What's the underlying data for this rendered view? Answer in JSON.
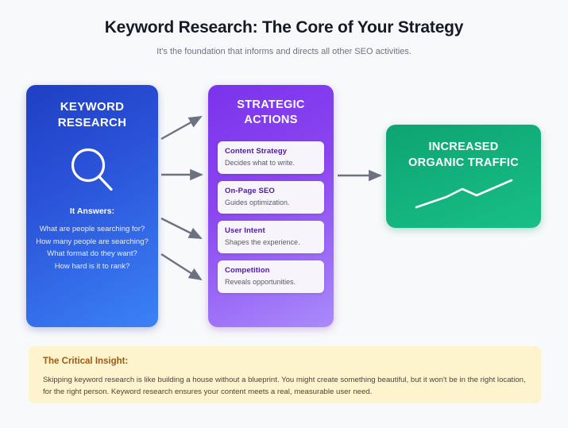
{
  "header": {
    "title": "Keyword Research: The Core of Your Strategy",
    "subtitle": "It's the foundation that informs and directs all other SEO activities."
  },
  "keyword_panel": {
    "heading_line1": "KEYWORD",
    "heading_line2": "RESEARCH",
    "icon": "magnifying-glass-icon",
    "answers_label": "It Answers:",
    "questions": [
      "What are people searching for?",
      "How many people are searching?",
      "What format do they want?",
      "How hard is it to rank?"
    ]
  },
  "actions_panel": {
    "heading_line1": "STRATEGIC",
    "heading_line2": "ACTIONS",
    "cards": [
      {
        "title": "Content Strategy",
        "desc": "Decides what to write."
      },
      {
        "title": "On-Page SEO",
        "desc": "Guides optimization."
      },
      {
        "title": "User Intent",
        "desc": "Shapes the experience."
      },
      {
        "title": "Competition",
        "desc": "Reveals opportunities."
      }
    ]
  },
  "traffic_panel": {
    "heading_line1": "INCREASED",
    "heading_line2": "ORGANIC TRAFFIC",
    "icon": "upward-trend-line-icon"
  },
  "insight": {
    "title": "The Critical Insight:",
    "body": "Skipping keyword research is like building a house without a blueprint. You might create something beautiful, but it won't be in the right location, for the right person. Keyword research ensures your content meets a real, measurable user need."
  },
  "colors": {
    "background": "#f8f9fb",
    "keyword_blue_dark": "#1f3fc4",
    "keyword_blue_light": "#3b82f6",
    "actions_purple_dark": "#7b33ec",
    "actions_purple_light": "#a98bfb",
    "traffic_green_dark": "#0ea472",
    "traffic_green_light": "#18bf86",
    "arrow_gray": "#6b7280",
    "insight_background": "#fdf3cd",
    "insight_title": "#9a5b14",
    "title_text": "#151a27",
    "subtitle_text": "#6d7280",
    "card_title": "#4b1d95",
    "card_desc": "#555b66"
  }
}
